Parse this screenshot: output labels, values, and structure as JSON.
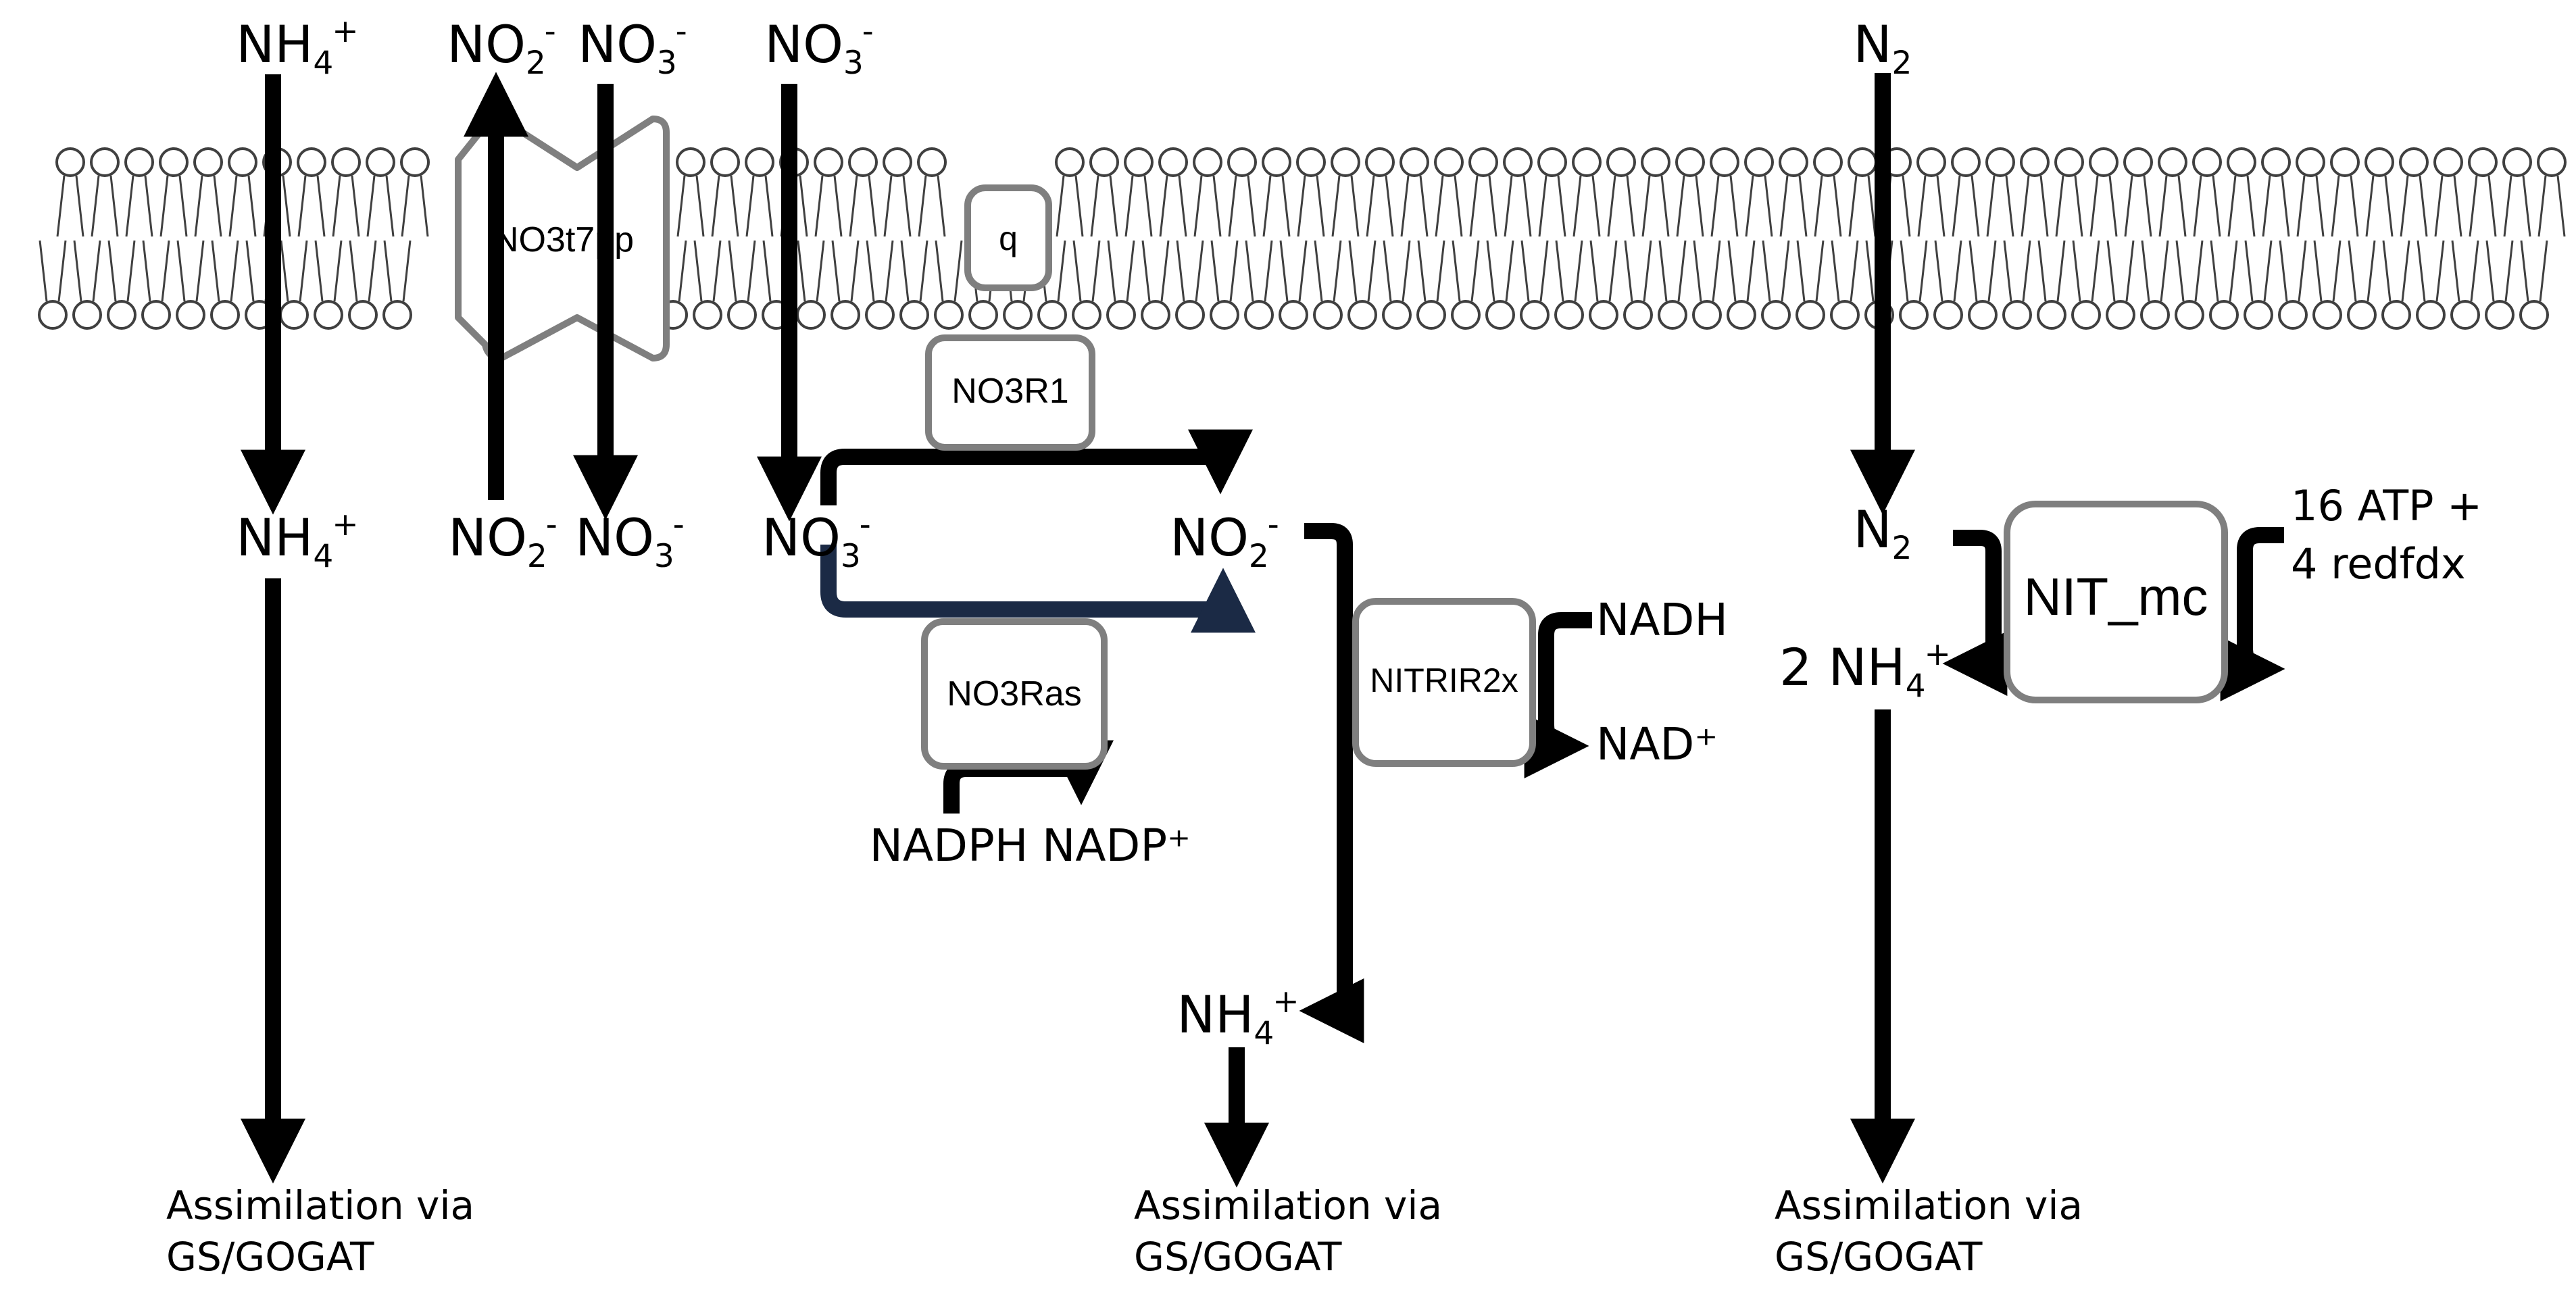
{
  "colors": {
    "arrow": "#000000",
    "enzyme_border": "#7f7f7f",
    "lipid_outline": "#404040",
    "background": "#ffffff",
    "nitrate_arrow_dark": "#1b2a45"
  },
  "metabolites": {
    "nh4_ext": {
      "base": "NH",
      "sub": "4",
      "sup": "+"
    },
    "no2_ext": {
      "base": "NO",
      "sub": "2",
      "sup": "-"
    },
    "no3_ext_a": {
      "base": "NO",
      "sub": "3",
      "sup": "-"
    },
    "no3_ext_b": {
      "base": "NO",
      "sub": "3",
      "sup": "-"
    },
    "n2_ext": {
      "base": "N",
      "sub": "2",
      "sup": ""
    },
    "nh4_int": {
      "base": "NH",
      "sub": "4",
      "sup": "+"
    },
    "no2_int_a": {
      "base": "NO",
      "sub": "2",
      "sup": "-"
    },
    "no3_int_a": {
      "base": "NO",
      "sub": "3",
      "sup": "-"
    },
    "no3_int_b": {
      "base": "NO",
      "sub": "3",
      "sup": "-"
    },
    "no2_int_b": {
      "base": "NO",
      "sub": "2",
      "sup": "-"
    },
    "nh4_nitrite_product": {
      "base": "NH",
      "sub": "4",
      "sup": "+"
    },
    "n2_int": {
      "base": "N",
      "sub": "2",
      "sup": ""
    },
    "nh4_nitrogenase_product": {
      "base": "2 NH",
      "sub": "4",
      "sup": "+"
    },
    "nadph": "NADPH",
    "nadp": "NADP⁺",
    "nadh": "NADH",
    "nad": "NAD⁺",
    "atp_line1": "16 ATP +",
    "atp_line2": "4 redfdx"
  },
  "enzymes": {
    "transporter": "NO3t7pp",
    "quinone": "q",
    "no3r1": "NO3R1",
    "no3ras": "NO3Ras",
    "nitrir": "NITRIR2x",
    "nitrogenase": "NIT_mc"
  },
  "assimilation": [
    {
      "line1": "Assimilation via",
      "line2": "GS/GOGAT"
    },
    {
      "line1": "Assimilation via",
      "line2": "GS/GOGAT"
    },
    {
      "line1": "Assimilation via",
      "line2": "GS/GOGAT"
    }
  ]
}
